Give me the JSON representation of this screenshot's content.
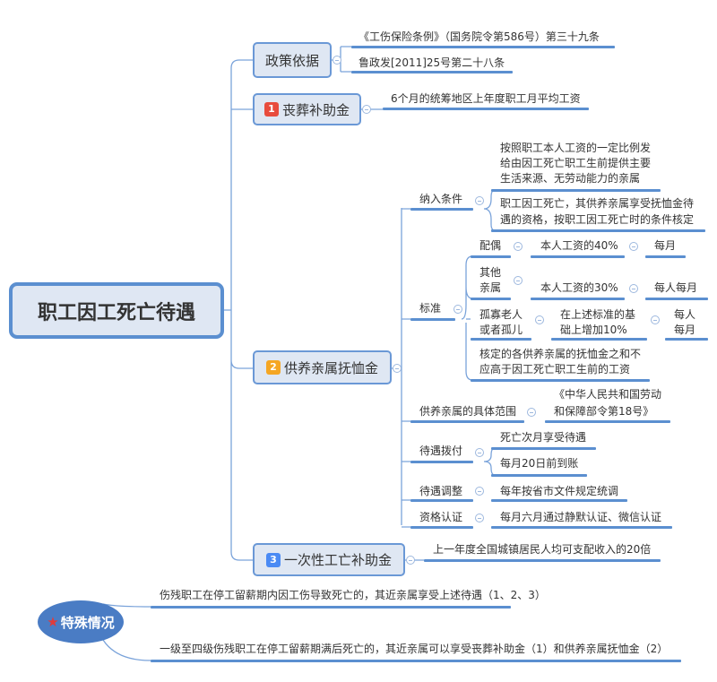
{
  "root": {
    "title": "职工因工死亡待遇"
  },
  "colors": {
    "line": "#5b8fd0",
    "node_fill": "#dfe7f3",
    "badge1": "#e84c3d",
    "badge2": "#f5a623",
    "badge3": "#4a8af4",
    "special": "#4a7cc4",
    "star": "#e03b3b"
  },
  "policy": {
    "label": "政策依据",
    "items": [
      "《工伤保险条例》（国务院令第586号）第三十九条",
      "鲁政发[2011]25号第二十八条"
    ]
  },
  "funeral": {
    "badge": "1",
    "label": "丧葬补助金",
    "item": "6个月的统筹地区上年度职工月平均工资"
  },
  "pension": {
    "badge": "2",
    "label": "供养亲属抚恤金",
    "conditions": {
      "label": "纳入条件",
      "items": [
        [
          "按照职工本人工资的一定比例发",
          "给由因工死亡职工生前提供主要",
          "生活来源、无劳动能力的亲属"
        ],
        [
          "职工因工死亡，其供养亲属享受抚恤金待",
          "遇的资格，按职工因工死亡时的条件核定"
        ]
      ]
    },
    "standard": {
      "label": "标准",
      "rows": [
        {
          "who": [
            "配偶"
          ],
          "amount": [
            "本人工资的40%"
          ],
          "freq": [
            "每月"
          ]
        },
        {
          "who": [
            "其他",
            "亲属"
          ],
          "amount": [
            "本人工资的30%"
          ],
          "freq": [
            "每人每月"
          ]
        },
        {
          "who": [
            "孤寡老人",
            "或者孤儿"
          ],
          "amount": [
            "在上述标准的基",
            "础上增加10%"
          ],
          "freq": [
            "每人",
            "每月"
          ]
        }
      ],
      "cap": [
        "核定的各供养亲属的抚恤金之和不",
        "应高于因工死亡职工生前的工资"
      ]
    },
    "scope": {
      "label": "供养亲属的具体范围",
      "item": [
        "《中华人民共和国劳动",
        "和保障部令第18号》"
      ]
    },
    "payment": {
      "label": "待遇拨付",
      "items": [
        "死亡次月享受待遇",
        "每月20日前到账"
      ]
    },
    "adjust": {
      "label": "待遇调整",
      "item": "每年按省市文件规定统调"
    },
    "certify": {
      "label": "资格认证",
      "item": "每月六月通过静默认证、微信认证"
    }
  },
  "lump": {
    "badge": "3",
    "label": "一次性工亡补助金",
    "item": "上一年度全国城镇居民人均可支配收入的20倍"
  },
  "special": {
    "icon": "star-icon",
    "label": "特殊情况",
    "items": [
      "伤残职工在停工留薪期内因工伤导致死亡的，其近亲属享受上述待遇（1、2、3）",
      "一级至四级伤残职工在停工留薪期满后死亡的，其近亲属可以享受丧葬补助金（1）和供养亲属抚恤金（2）"
    ]
  }
}
